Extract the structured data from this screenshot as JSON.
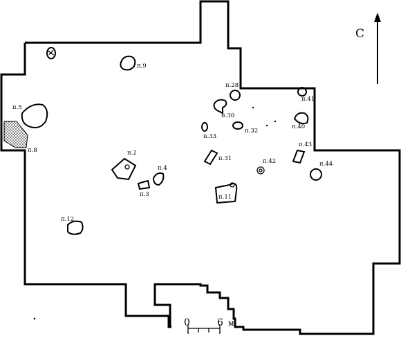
{
  "north_label": "С",
  "scale": {
    "start": "0",
    "end": "6",
    "unit": "м"
  },
  "features": [
    {
      "id": "n5",
      "label": "п.5"
    },
    {
      "id": "n8",
      "label": "п.8"
    },
    {
      "id": "n9",
      "label": "п.9"
    },
    {
      "id": "n2",
      "label": "п.2"
    },
    {
      "id": "n4",
      "label": "п.4"
    },
    {
      "id": "n3",
      "label": "п.3"
    },
    {
      "id": "n12",
      "label": "п.12"
    },
    {
      "id": "n28",
      "label": "п.28"
    },
    {
      "id": "n30",
      "label": "п.30"
    },
    {
      "id": "n33",
      "label": "п.33"
    },
    {
      "id": "n32",
      "label": "п.32"
    },
    {
      "id": "n31",
      "label": "п.31"
    },
    {
      "id": "n41",
      "label": "п.41"
    },
    {
      "id": "n40",
      "label": "п.40"
    },
    {
      "id": "n43",
      "label": "п.43"
    },
    {
      "id": "n42",
      "label": "п.42"
    },
    {
      "id": "n44",
      "label": "п.44"
    },
    {
      "id": "n11",
      "label": "п.11"
    }
  ]
}
